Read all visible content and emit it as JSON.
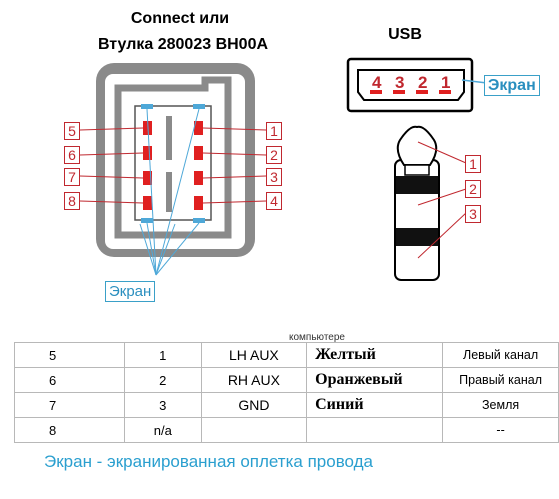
{
  "titles": {
    "connector_line1": "Connect или",
    "connector_line2": "Втулка 280023 BH00A",
    "usb": "USB"
  },
  "connector": {
    "left_pins": [
      "5",
      "6",
      "7",
      "8"
    ],
    "right_pins": [
      "1",
      "2",
      "3",
      "4"
    ],
    "screen_label": "Экран"
  },
  "usb": {
    "pins": [
      "4",
      "3",
      "2",
      "1"
    ],
    "screen_label": "Экран"
  },
  "jack": {
    "pins": [
      "1",
      "2",
      "3"
    ]
  },
  "table": {
    "note_above": "компьютере",
    "rows": [
      {
        "pin": "5",
        "usb": "1",
        "signal": "LH AUX",
        "color": "Желтый",
        "desc": "Левый канал"
      },
      {
        "pin": "6",
        "usb": "2",
        "signal": "RH AUX",
        "color": "Оранжевый",
        "desc": "Правый канал"
      },
      {
        "pin": "7",
        "usb": "3",
        "signal": "GND",
        "color": "Синий",
        "desc": "Земля"
      },
      {
        "pin": "8",
        "usb": "n/a",
        "signal": "",
        "color": "",
        "desc": "--"
      }
    ]
  },
  "footer": "Экран - экранированная оплетка провода",
  "colors": {
    "pin_red": "#c0282f",
    "screen_blue": "#2a8fbf",
    "connector_gray": "#8a8a8a"
  }
}
